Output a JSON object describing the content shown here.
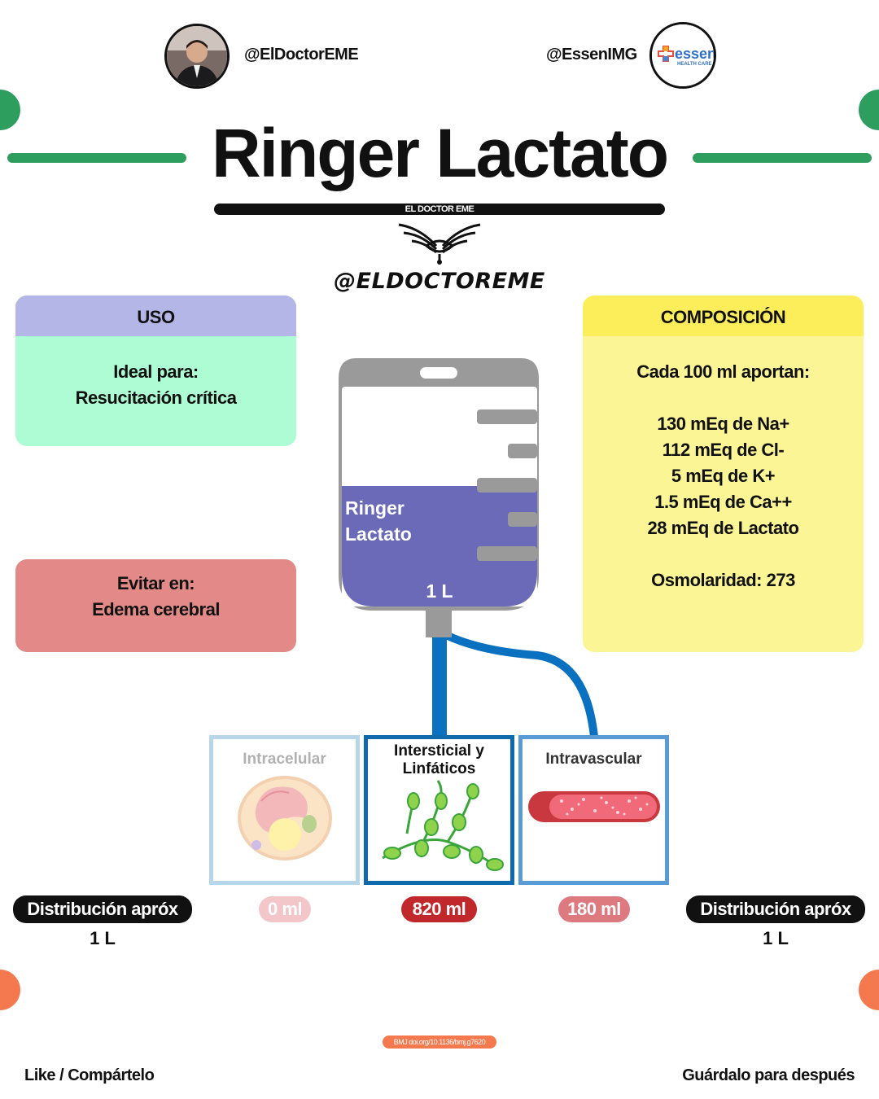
{
  "header": {
    "left_handle": "@ElDoctorEME",
    "right_handle": "@EssenIMG",
    "right_logo_text": "essen",
    "right_logo_subtext": "HEALTH CARE"
  },
  "title": "Ringer Lactato",
  "brand_bar": "EL DOCTOR EME",
  "signature_handle": "@ELDOCTOREME",
  "uso": {
    "heading": "USO",
    "line1": "Ideal para:",
    "line2": "Resucitación crítica"
  },
  "evitar": {
    "line1": "Evitar en:",
    "line2": "Edema cerebral"
  },
  "composicion": {
    "heading": "COMPOSICIÓN",
    "intro": "Cada 100 ml aportan:",
    "items": [
      "130 mEq de Na+",
      "112 mEq de Cl-",
      "5 mEq de K+",
      "1.5 mEq de Ca++",
      "28 mEq de Lactato"
    ],
    "osmolaridad": "Osmolaridad: 273"
  },
  "bag": {
    "label_line1": "Ringer",
    "label_line2": "Lactato",
    "volume": "1 L",
    "fill_fraction": 0.5
  },
  "compartments": [
    {
      "name": "Intracelular",
      "amount": "0 ml"
    },
    {
      "name_line1": "Intersticial y",
      "name_line2": "Linfáticos",
      "amount": "820 ml"
    },
    {
      "name": "Intravascular",
      "amount": "180 ml"
    }
  ],
  "distribution": {
    "left_label": "Distribución apróx",
    "left_value": "1 L",
    "right_label": "Distribución apróx",
    "right_value": "1 L"
  },
  "reference": "BMJ doi.org/10.1136/bmj.g7620",
  "footer": {
    "left": "Like / Compártelo",
    "right": "Guárdalo para después"
  },
  "colors": {
    "accent_green": "#2e9e5f",
    "uso_head": "#b3b6e6",
    "uso_body": "#aefcd4",
    "evitar": "#e38a88",
    "comp_head": "#fbee5a",
    "comp_body": "#fbf595",
    "fluid": "#6a6ab8",
    "tube": "#0a70c0",
    "pill_red": "#c0282c",
    "pill_pink": "#f3c6c9",
    "pill_rose": "#dc7a80",
    "orange": "#f4794e"
  }
}
